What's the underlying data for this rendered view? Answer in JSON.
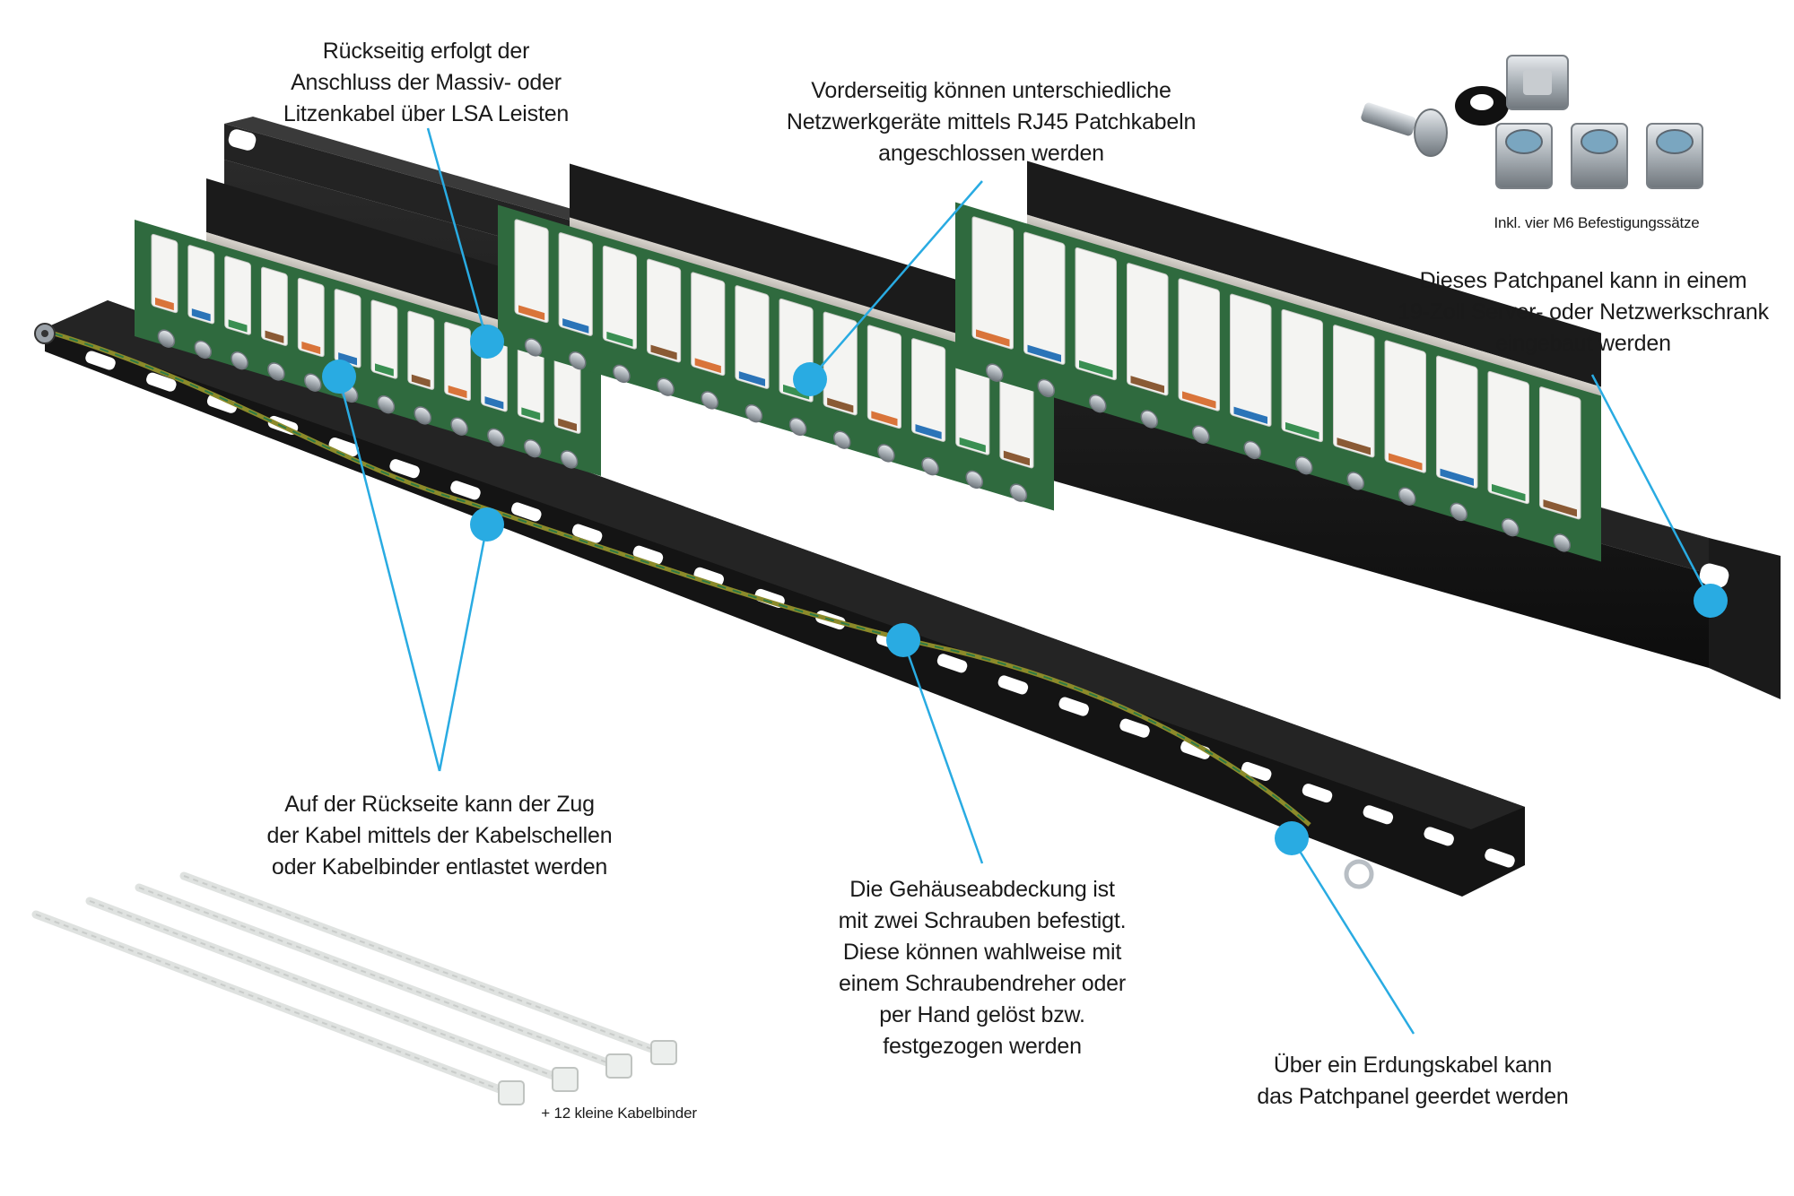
{
  "callouts": {
    "rear_lsa": "Rückseitig erfolgt der\nAnschluss der Massiv- oder\nLitzenkabel über LSA Leisten",
    "front_rj45": "Vorderseitig können unterschiedliche\nNetzwerkgeräte mittels RJ45 Patchkabeln\nangeschlossen werden",
    "mounting_kit": "Inkl. vier M6 Befestigungssätze",
    "rack_19": "Dieses Patchpanel kann in einem\n19-Zoll Server- oder Netzwerkschrank\neingebaut werden",
    "strain_relief": "Auf der Rückseite kann der Zug\nder Kabel mittels der Kabelschellen\noder Kabelbinder entlastet werden",
    "cover_screws": "Die Gehäuseabdeckung ist\nmit zwei Schrauben befestigt.\nDiese können wahlweise mit\neinem Schraubendreher oder\nper Hand gelöst bzw.\nfestgezogen werden",
    "grounding": "Über ein Erdungskabel kann\ndas Patchpanel geerdet werden",
    "cable_ties": "+ 12 kleine Kabelbinder"
  },
  "colors": {
    "marker": "#29ABE2",
    "panel": "#161616",
    "pcb": "#2f6a3e",
    "lsa": "#f4f4f2",
    "ground_wire": "#8c8a2a"
  },
  "icons": [
    "cable-tie-icon",
    "cage-nut-icon",
    "screw-icon",
    "washer-icon"
  ]
}
